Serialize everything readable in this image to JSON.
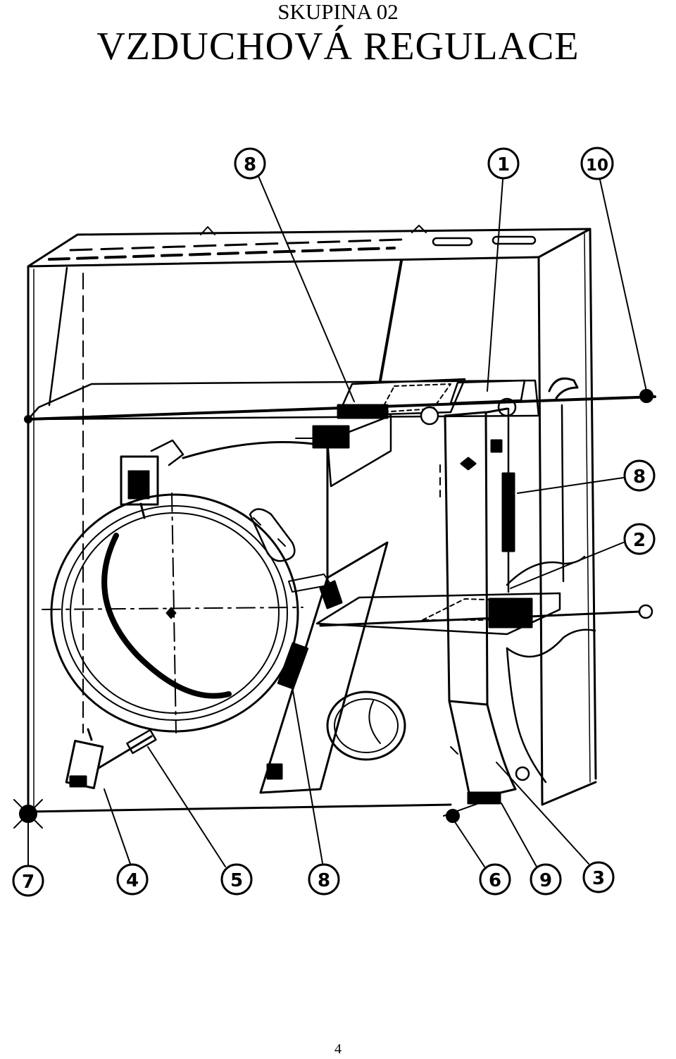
{
  "header": {
    "group": "SKUPINA 02",
    "title": "VZDUCHOVÁ REGULACE"
  },
  "callouts": [
    {
      "id": "callout-8-top",
      "label": "8"
    },
    {
      "id": "callout-1",
      "label": "1"
    },
    {
      "id": "callout-10",
      "label": "10"
    },
    {
      "id": "callout-8-right",
      "label": "8"
    },
    {
      "id": "callout-2",
      "label": "2"
    },
    {
      "id": "callout-7",
      "label": "7"
    },
    {
      "id": "callout-4",
      "label": "4"
    },
    {
      "id": "callout-5",
      "label": "5"
    },
    {
      "id": "callout-8-bottom",
      "label": "8"
    },
    {
      "id": "callout-6",
      "label": "6"
    },
    {
      "id": "callout-9",
      "label": "9"
    },
    {
      "id": "callout-3",
      "label": "3"
    }
  ],
  "footer": {
    "page_number": "4"
  }
}
